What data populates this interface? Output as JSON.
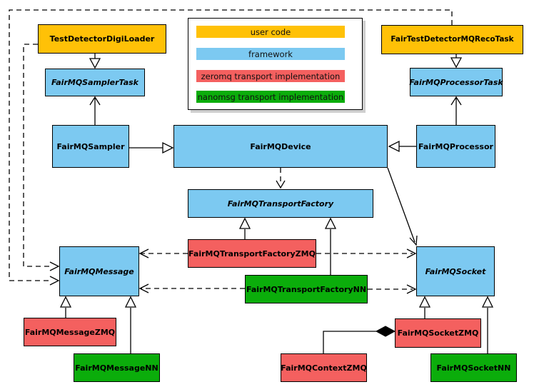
{
  "legend": {
    "items": [
      {
        "label": "user code",
        "color": "#FFC107"
      },
      {
        "label": "framework",
        "color": "#7CC9F1"
      },
      {
        "label": "zeromq transport implementation",
        "color": "#F4605F"
      },
      {
        "label": "nanomsg transport implementation",
        "color": "#0BAD0B"
      }
    ]
  },
  "nodes": {
    "test_detector_digi_loader": {
      "label": "TestDetectorDigiLoader",
      "category": "user code",
      "abstract": false
    },
    "fair_test_detector_mq_reco_task": {
      "label": "FairTestDetectorMQRecoTask",
      "category": "user code",
      "abstract": false
    },
    "fairmq_sampler_task": {
      "label": "FairMQSamplerTask",
      "category": "framework",
      "abstract": true
    },
    "fairmq_processor_task": {
      "label": "FairMQProcessorTask",
      "category": "framework",
      "abstract": true
    },
    "fairmq_sampler": {
      "label": "FairMQSampler",
      "category": "framework",
      "abstract": false
    },
    "fairmq_device": {
      "label": "FairMQDevice",
      "category": "framework",
      "abstract": false
    },
    "fairmq_processor": {
      "label": "FairMQProcessor",
      "category": "framework",
      "abstract": false
    },
    "fairmq_transport_factory": {
      "label": "FairMQTransportFactory",
      "category": "framework",
      "abstract": true
    },
    "fairmq_transport_factory_zmq": {
      "label": "FairMQTransportFactoryZMQ",
      "category": "zeromq transport implementation",
      "abstract": false
    },
    "fairmq_transport_factory_nn": {
      "label": "FairMQTransportFactoryNN",
      "category": "nanomsg transport implementation",
      "abstract": false
    },
    "fairmq_message": {
      "label": "FairMQMessage",
      "category": "framework",
      "abstract": true
    },
    "fairmq_socket": {
      "label": "FairMQSocket",
      "category": "framework",
      "abstract": true
    },
    "fairmq_message_zmq": {
      "label": "FairMQMessageZMQ",
      "category": "zeromq transport implementation",
      "abstract": false
    },
    "fairmq_message_nn": {
      "label": "FairMQMessageNN",
      "category": "nanomsg transport implementation",
      "abstract": false
    },
    "fairmq_socket_zmq": {
      "label": "FairMQSocketZMQ",
      "category": "zeromq transport implementation",
      "abstract": false
    },
    "fairmq_socket_nn": {
      "label": "FairMQSocketNN",
      "category": "nanomsg transport implementation",
      "abstract": false
    },
    "fairmq_context_zmq": {
      "label": "FairMQContextZMQ",
      "category": "zeromq transport implementation",
      "abstract": false
    }
  },
  "edges": [
    {
      "from": "TestDetectorDigiLoader",
      "to": "FairMQSamplerTask",
      "type": "inheritance"
    },
    {
      "from": "FairTestDetectorMQRecoTask",
      "to": "FairMQProcessorTask",
      "type": "inheritance"
    },
    {
      "from": "FairMQSampler",
      "to": "FairMQSamplerTask",
      "type": "association"
    },
    {
      "from": "FairMQProcessor",
      "to": "FairMQProcessorTask",
      "type": "association"
    },
    {
      "from": "FairMQSampler",
      "to": "FairMQDevice",
      "type": "inheritance"
    },
    {
      "from": "FairMQProcessor",
      "to": "FairMQDevice",
      "type": "inheritance"
    },
    {
      "from": "FairMQDevice",
      "to": "FairMQTransportFactory",
      "type": "dashed-dependency"
    },
    {
      "from": "FairMQDevice",
      "to": "FairMQSocket",
      "type": "association"
    },
    {
      "from": "FairMQTransportFactoryZMQ",
      "to": "FairMQTransportFactory",
      "type": "inheritance"
    },
    {
      "from": "FairMQTransportFactoryNN",
      "to": "FairMQTransportFactory",
      "type": "inheritance"
    },
    {
      "from": "FairMQTransportFactoryZMQ",
      "to": "FairMQMessage",
      "type": "dashed-dependency"
    },
    {
      "from": "FairMQTransportFactoryZMQ",
      "to": "FairMQSocket",
      "type": "dashed-dependency"
    },
    {
      "from": "FairMQTransportFactoryNN",
      "to": "FairMQMessage",
      "type": "dashed-dependency"
    },
    {
      "from": "FairMQTransportFactoryNN",
      "to": "FairMQSocket",
      "type": "dashed-dependency"
    },
    {
      "from": "TestDetectorDigiLoader",
      "to": "FairMQMessage",
      "type": "dashed-dependency"
    },
    {
      "from": "FairTestDetectorMQRecoTask",
      "to": "FairMQMessage",
      "type": "dashed-dependency"
    },
    {
      "from": "FairMQMessageZMQ",
      "to": "FairMQMessage",
      "type": "inheritance"
    },
    {
      "from": "FairMQMessageNN",
      "to": "FairMQMessage",
      "type": "inheritance"
    },
    {
      "from": "FairMQSocketZMQ",
      "to": "FairMQSocket",
      "type": "inheritance"
    },
    {
      "from": "FairMQSocketNN",
      "to": "FairMQSocket",
      "type": "inheritance"
    },
    {
      "from": "FairMQContextZMQ",
      "to": "FairMQSocketZMQ",
      "type": "composition"
    }
  ]
}
